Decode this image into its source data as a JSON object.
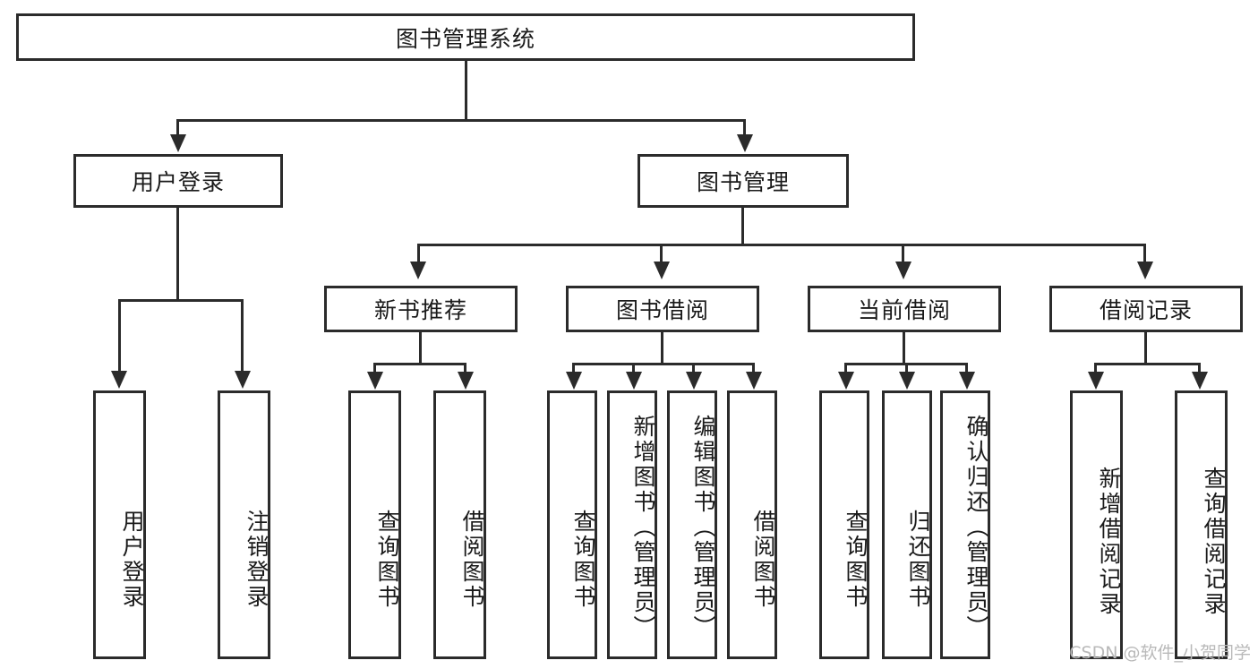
{
  "diagram": {
    "type": "tree-hierarchy",
    "title": "图书管理系统",
    "background_color": "#ffffff",
    "line_color": "#2b2b2b",
    "text_color": "#1a1a1a",
    "root": {
      "id": "root",
      "label": "图书管理系统"
    },
    "level2": [
      {
        "id": "user-login",
        "label": "用户登录"
      },
      {
        "id": "book-manage",
        "label": "图书管理"
      }
    ],
    "level3": [
      {
        "id": "new-book-recommend",
        "label": "新书推荐",
        "parent": "book-manage"
      },
      {
        "id": "book-borrow",
        "label": "图书借阅",
        "parent": "book-manage"
      },
      {
        "id": "current-borrow",
        "label": "当前借阅",
        "parent": "book-manage"
      },
      {
        "id": "borrow-record",
        "label": "借阅记录",
        "parent": "book-manage"
      }
    ],
    "leaves": {
      "user_login": [
        {
          "id": "leaf-user-login",
          "label": "用户登录"
        },
        {
          "id": "leaf-user-logout",
          "label": "注销登录"
        }
      ],
      "new_book_recommend": [
        {
          "id": "leaf-query-book-1",
          "label": "查询图书"
        },
        {
          "id": "leaf-borrow-book-1",
          "label": "借阅图书"
        }
      ],
      "book_borrow": [
        {
          "id": "leaf-query-book-2",
          "label": "查询图书"
        },
        {
          "id": "leaf-add-book",
          "label": "新增图书（管理员）"
        },
        {
          "id": "leaf-edit-book",
          "label": "编辑图书（管理员）"
        },
        {
          "id": "leaf-borrow-book-2",
          "label": "借阅图书"
        }
      ],
      "current_borrow": [
        {
          "id": "leaf-query-book-3",
          "label": "查询图书"
        },
        {
          "id": "leaf-return-book",
          "label": "归还图书"
        },
        {
          "id": "leaf-confirm-return",
          "label": "确认归还（管理员）"
        }
      ],
      "borrow_record": [
        {
          "id": "leaf-add-record",
          "label": "新增借阅记录"
        },
        {
          "id": "leaf-query-record",
          "label": "查询借阅记录"
        }
      ]
    }
  },
  "watermark": {
    "text": "CSDN @软件_小贺同学"
  }
}
